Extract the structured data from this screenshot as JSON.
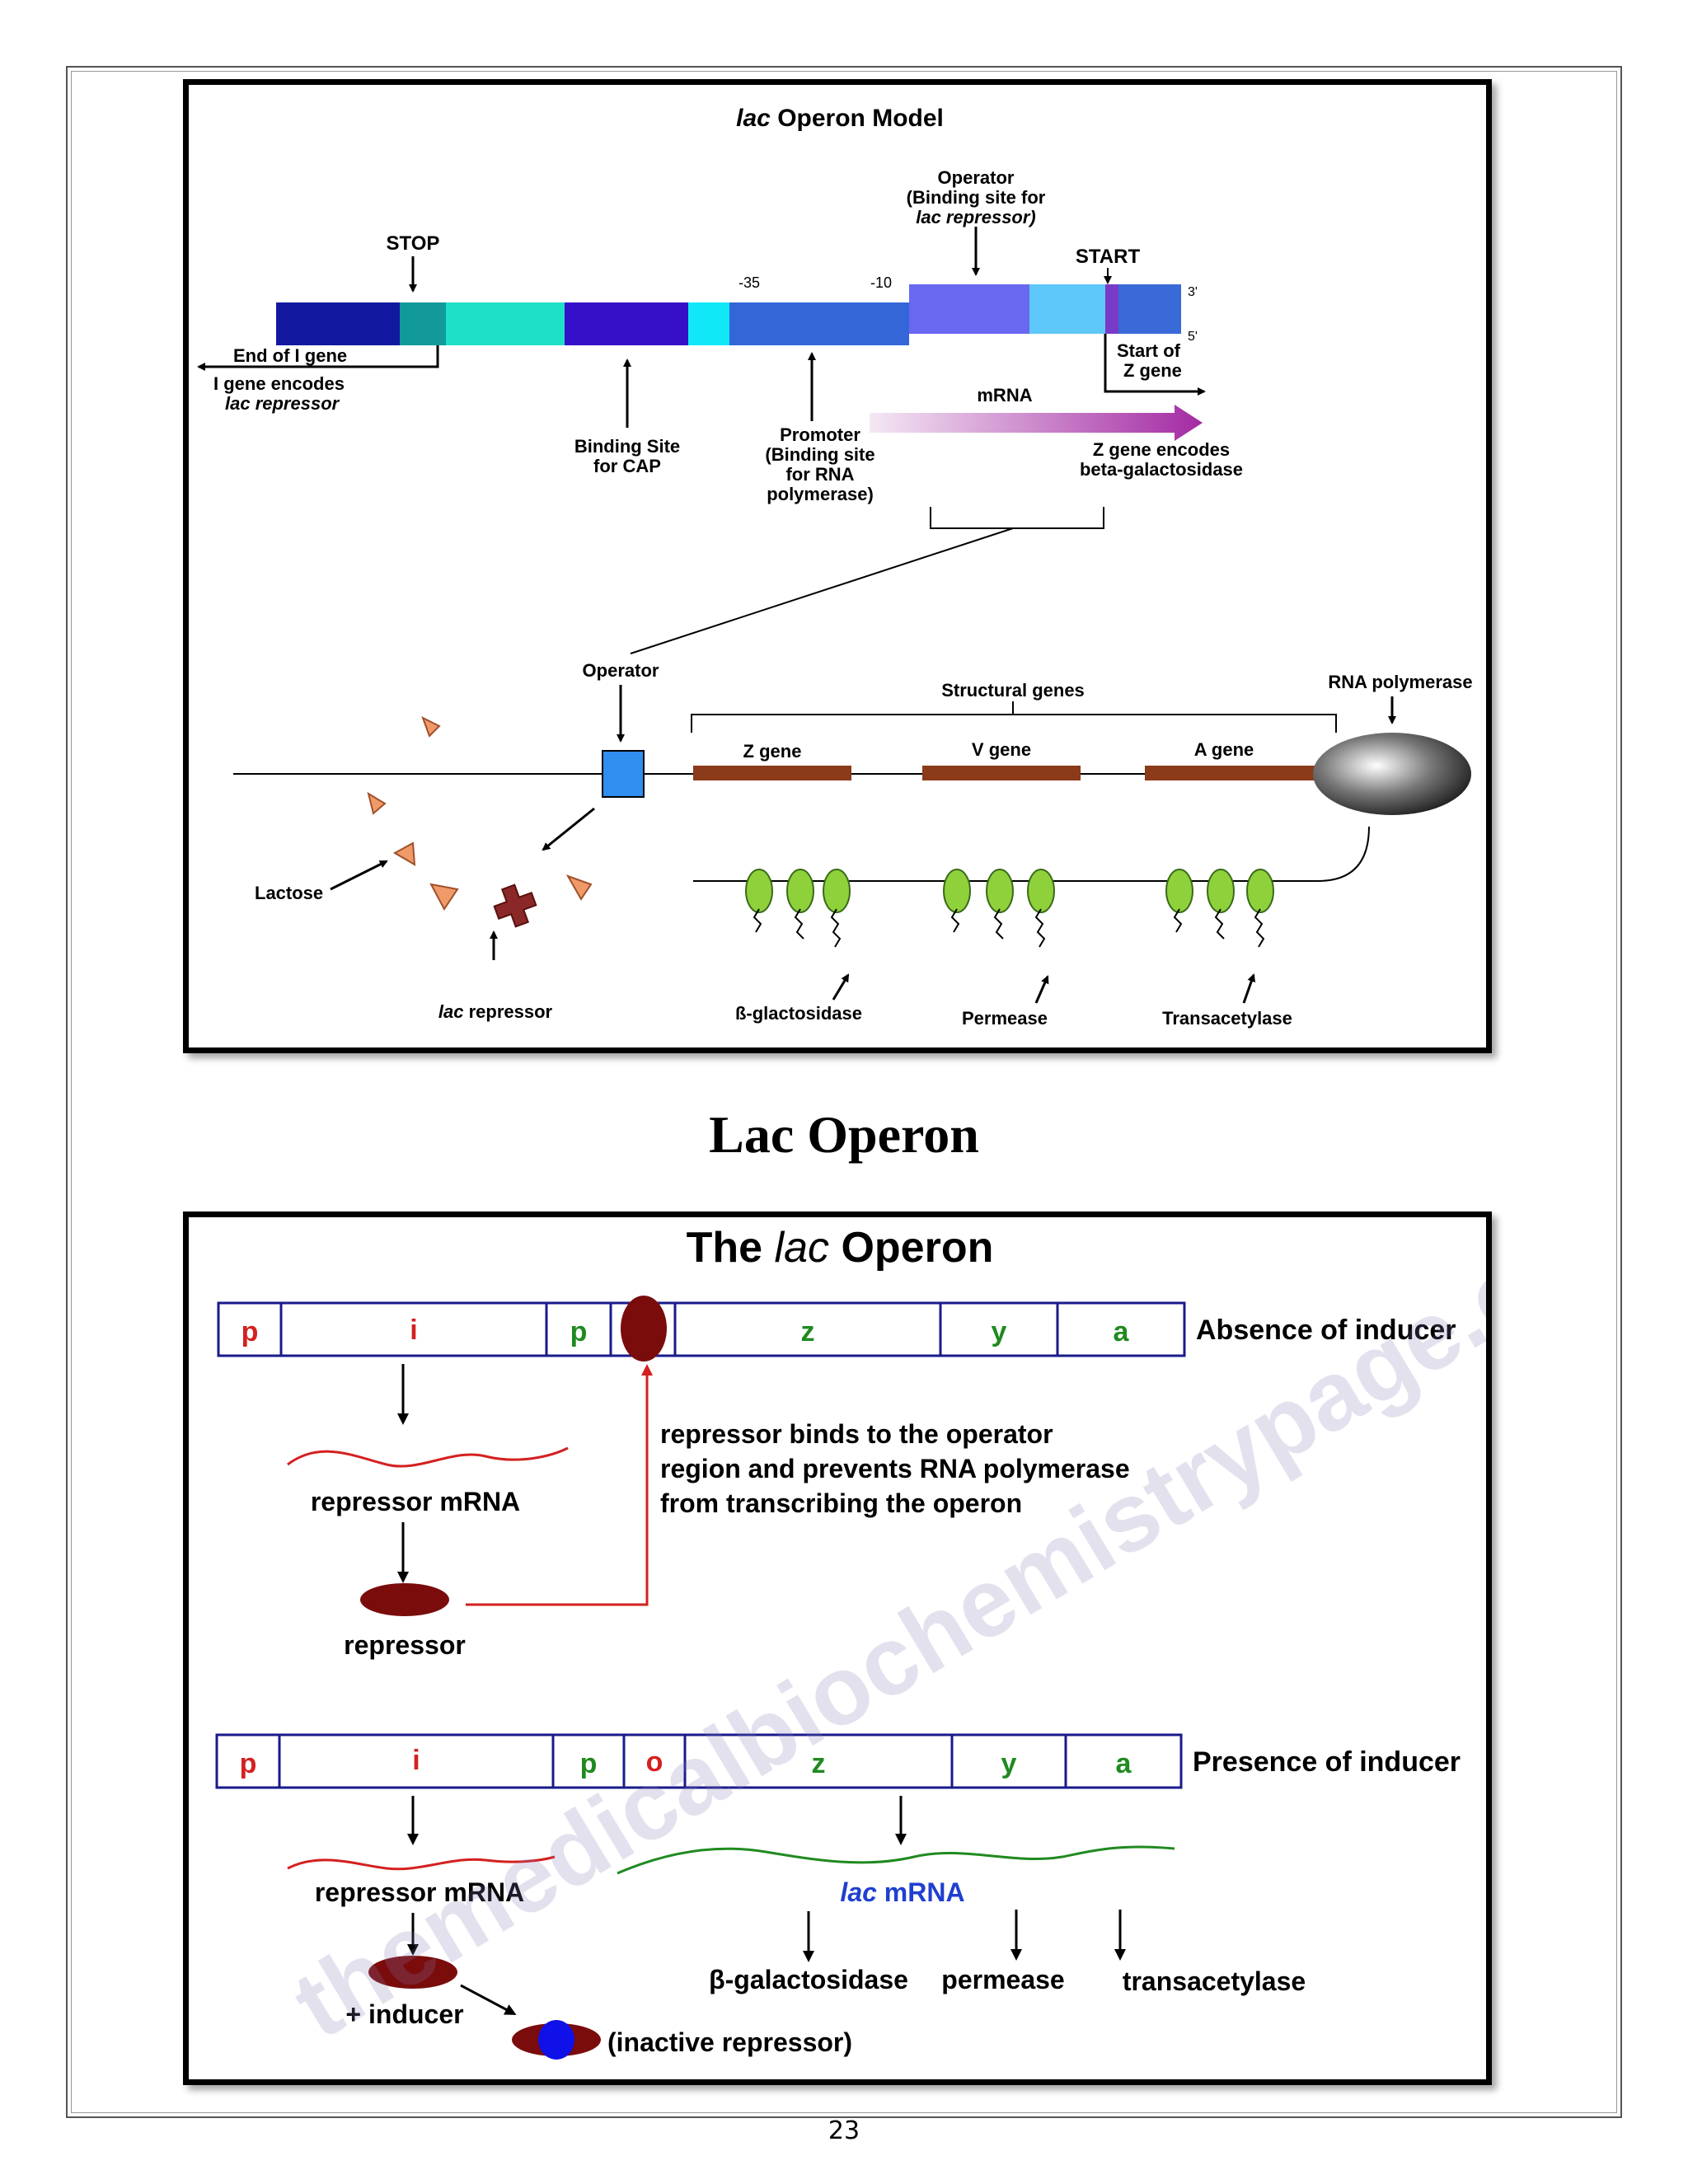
{
  "colors": {
    "repressor": "#7a0c0c",
    "gene_brown": "#8b3a1a",
    "mrna_red": "#d42020",
    "mrna_green": "#1f8a1f",
    "lac_mrna_blue": "#1f3fd0",
    "box_blue": "#1a1a8c",
    "lactose": "#f09a6a",
    "enzyme_green": "#8fd13b",
    "watermark": "#8a7bb5"
  },
  "model": {
    "title_italic": "lac",
    "title_rest": " Operon Model",
    "operator_label": [
      "Operator",
      "(Binding site for",
      "lac repressor)"
    ],
    "stop": "STOP",
    "start": "START",
    "minus35": "-35",
    "minus10": "-10",
    "three_prime": "3'",
    "five_prime": "5'",
    "end_of_i_gene": "End of I gene",
    "i_gene_encodes": [
      "I gene encodes",
      "lac repressor"
    ],
    "binding_site_cap": [
      "Binding Site",
      "for CAP"
    ],
    "promoter": [
      "Promoter",
      "(Binding site",
      "for RNA",
      "polymerase)"
    ],
    "mrna": "mRNA",
    "start_of_z": [
      "Start of",
      "Z gene"
    ],
    "z_encodes": [
      "Z gene encodes",
      "beta-galactosidase"
    ],
    "operator2": "Operator",
    "structural_genes": "Structural genes",
    "rna_polymerase": "RNA polymerase",
    "z_gene": "Z gene",
    "v_gene": "V gene",
    "a_gene": "A gene",
    "lactose": "Lactose",
    "lac_repressor_italic": "lac",
    "lac_repressor_rest": " repressor",
    "b_galactosidase": "ß-glactosidase",
    "permease": "Permease",
    "transacetylase": "Transacetylase"
  },
  "section_title": "Lac Operon",
  "operon": {
    "title_pre": "The ",
    "title_italic": "lac",
    "title_post": " Operon",
    "row1": [
      "p",
      "i",
      "p",
      "z",
      "y",
      "a"
    ],
    "absence": "Absence of inducer",
    "repressor_mrna": "repressor mRNA",
    "repressor": "repressor",
    "binds_text": [
      "repressor binds to the operator",
      "region and prevents RNA polymerase",
      "from transcribing the operon"
    ],
    "row2": [
      "p",
      "i",
      "p",
      "o",
      "z",
      "y",
      "a"
    ],
    "presence": "Presence of inducer",
    "repressor_mrna2": "repressor mRNA",
    "lac_mrna_italic": "lac",
    "lac_mrna_rest": " mRNA",
    "beta_gal": "β-galactosidase",
    "permease": "permease",
    "transacetylase": "transacetylase",
    "plus_inducer": "+ inducer",
    "inactive_repressor": "(inactive repressor)",
    "watermark": "themedicalbiochemistrypage.org"
  },
  "page_number": "23"
}
